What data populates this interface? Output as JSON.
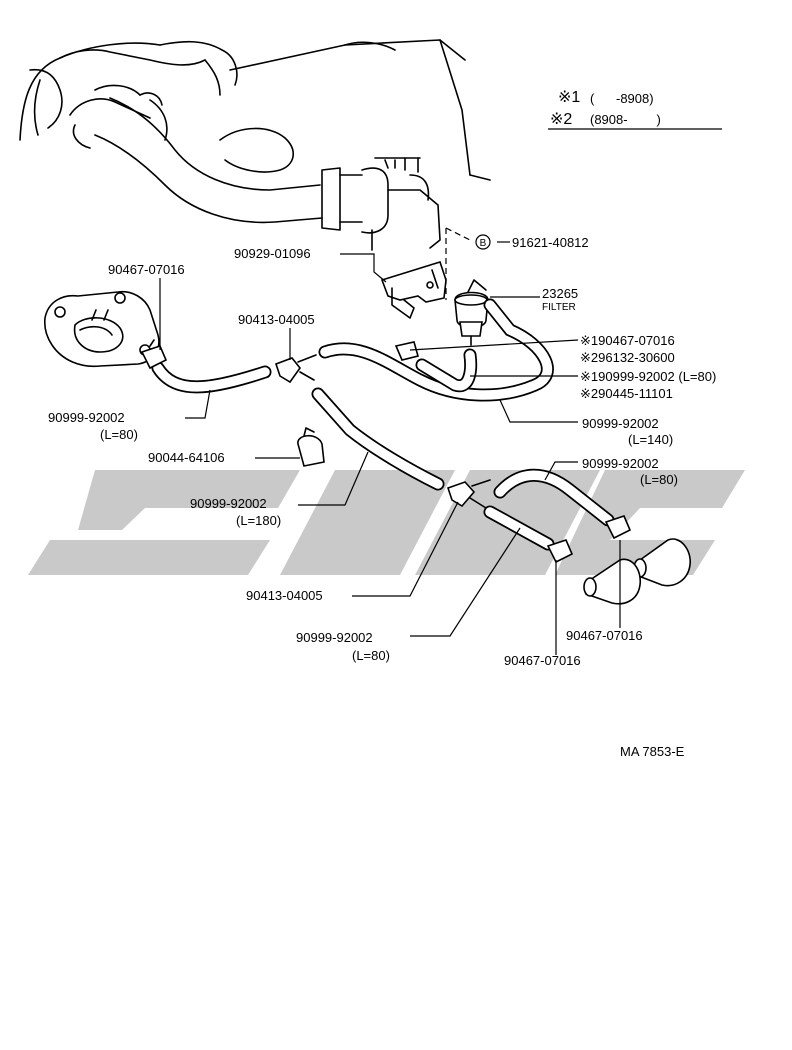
{
  "legend": {
    "note1_mark": "※1",
    "note1_range": "(      -8908)",
    "note2_mark": "※2",
    "note2_range": "(8908-        )"
  },
  "labels": {
    "bolt_b": "91621-40812",
    "b_symbol": "B",
    "bracket": "90929-01096",
    "filter_no": "23265",
    "filter_name": "FILTER",
    "clip_top_left": "90467-07016",
    "connector_upper": "90413-04005",
    "note_clip": "※190467-07016",
    "note_hose_valve": "※296132-30600",
    "note_hose_l80": "※190999-92002 (L=80)",
    "note_plug": "※290445-11101",
    "hose_left": "90999-92002",
    "hose_left_len": "(L=80)",
    "hose_long": "90999-92002",
    "hose_long_len": "(L=140)",
    "clamp_small": "90044-64106",
    "hose_diag": "90999-92002",
    "hose_diag_len": "(L=180)",
    "hose_right": "90999-92002",
    "hose_right_len": "(L=80)",
    "connector_lower": "90413-04005",
    "hose_lower": "90999-92002",
    "hose_lower_len": "(L=80)",
    "clip_bottom_right": "90467-07016",
    "clip_bottom": "90467-07016"
  },
  "figure_code": "MA 7853-E",
  "watermark_color": "#c9c9c9"
}
